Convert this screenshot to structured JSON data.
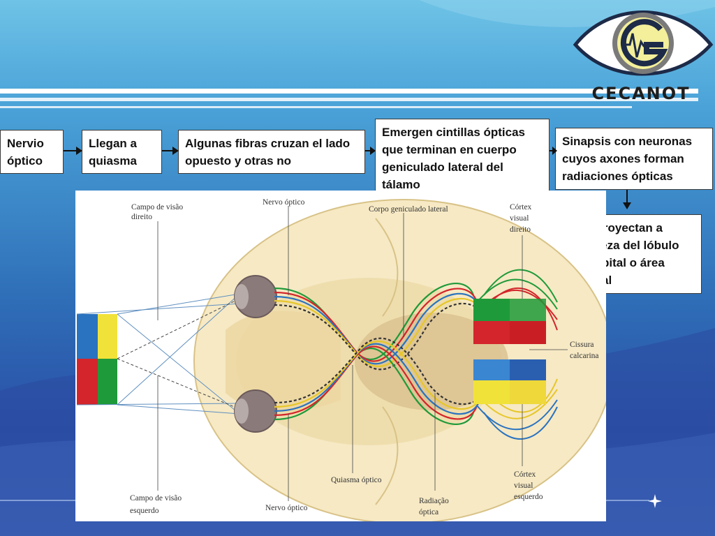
{
  "logo": {
    "brand": "CECANOT",
    "icon": "eye-cardiogram-logo-icon"
  },
  "flow": {
    "box1": "Nervio óptico",
    "box2": "Llegan a quiasma",
    "box3": "Algunas fibras cruzan el lado opuesto y otras no",
    "box4": "Emergen cintillas ópticas que terminan en cuerpo geniculado lateral del tálamo",
    "box5": "Sinapsis con neuronas cuyos axones forman radiaciones ópticas",
    "box6": "Se proyectan a corteza del lóbulo occipital o área visual"
  },
  "figure": {
    "labels": {
      "campo_direito_1": "Campo de visão",
      "campo_direito_2": "direito",
      "nervo_top": "Nervo óptico",
      "corpo_geniculado": "Corpo geniculado lateral",
      "cortex_dir_1": "Córtex",
      "cortex_dir_2": "visual",
      "cortex_dir_3": "direito",
      "cissura_1": "Cissura",
      "cissura_2": "calcarina",
      "cortex_esq_1": "Córtex",
      "cortex_esq_2": "visual",
      "cortex_esq_3": "esquerdo",
      "radiacao_1": "Radiação",
      "radiacao_2": "óptica",
      "quiasma": "Quiasma óptico",
      "nervo_bottom": "Nervo óptico",
      "campo_esq_1": "Campo de visão",
      "campo_esq_2": "esquerdo"
    }
  },
  "colors": {
    "field_blue": "#2a73c0",
    "field_yellow": "#f1e23a",
    "field_red": "#d3252b",
    "field_green": "#1f9a3a",
    "brain": "#f3e2b4"
  }
}
